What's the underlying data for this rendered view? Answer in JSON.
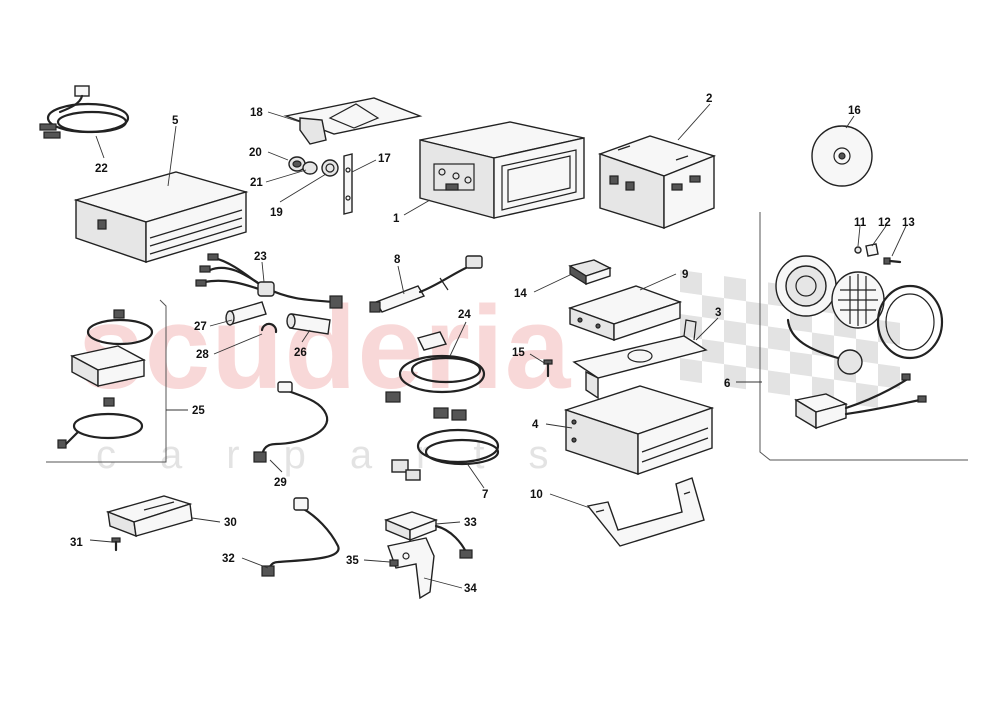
{
  "watermark": {
    "main": "scuderia",
    "sub": "carparts",
    "color": "#f3b9b9"
  },
  "callouts": [
    {
      "id": "c1",
      "label": "1"
    },
    {
      "id": "c2",
      "label": "2"
    },
    {
      "id": "c3",
      "label": "3"
    },
    {
      "id": "c4",
      "label": "4"
    },
    {
      "id": "c5",
      "label": "5"
    },
    {
      "id": "c6",
      "label": "6"
    },
    {
      "id": "c7",
      "label": "7"
    },
    {
      "id": "c8",
      "label": "8"
    },
    {
      "id": "c9",
      "label": "9"
    },
    {
      "id": "c10",
      "label": "10"
    },
    {
      "id": "c11",
      "label": "11"
    },
    {
      "id": "c12",
      "label": "12"
    },
    {
      "id": "c13",
      "label": "13"
    },
    {
      "id": "c14",
      "label": "14"
    },
    {
      "id": "c15",
      "label": "15"
    },
    {
      "id": "c16",
      "label": "16"
    },
    {
      "id": "c17",
      "label": "17"
    },
    {
      "id": "c18",
      "label": "18"
    },
    {
      "id": "c19",
      "label": "19"
    },
    {
      "id": "c20",
      "label": "20"
    },
    {
      "id": "c21",
      "label": "21"
    },
    {
      "id": "c22",
      "label": "22"
    },
    {
      "id": "c23",
      "label": "23"
    },
    {
      "id": "c24",
      "label": "24"
    },
    {
      "id": "c25",
      "label": "25"
    },
    {
      "id": "c26",
      "label": "26"
    },
    {
      "id": "c27",
      "label": "27"
    },
    {
      "id": "c28",
      "label": "28"
    },
    {
      "id": "c29",
      "label": "29"
    },
    {
      "id": "c30",
      "label": "30"
    },
    {
      "id": "c31",
      "label": "31"
    },
    {
      "id": "c32",
      "label": "32"
    },
    {
      "id": "c33",
      "label": "33"
    },
    {
      "id": "c34",
      "label": "34"
    },
    {
      "id": "c35",
      "label": "35"
    }
  ]
}
